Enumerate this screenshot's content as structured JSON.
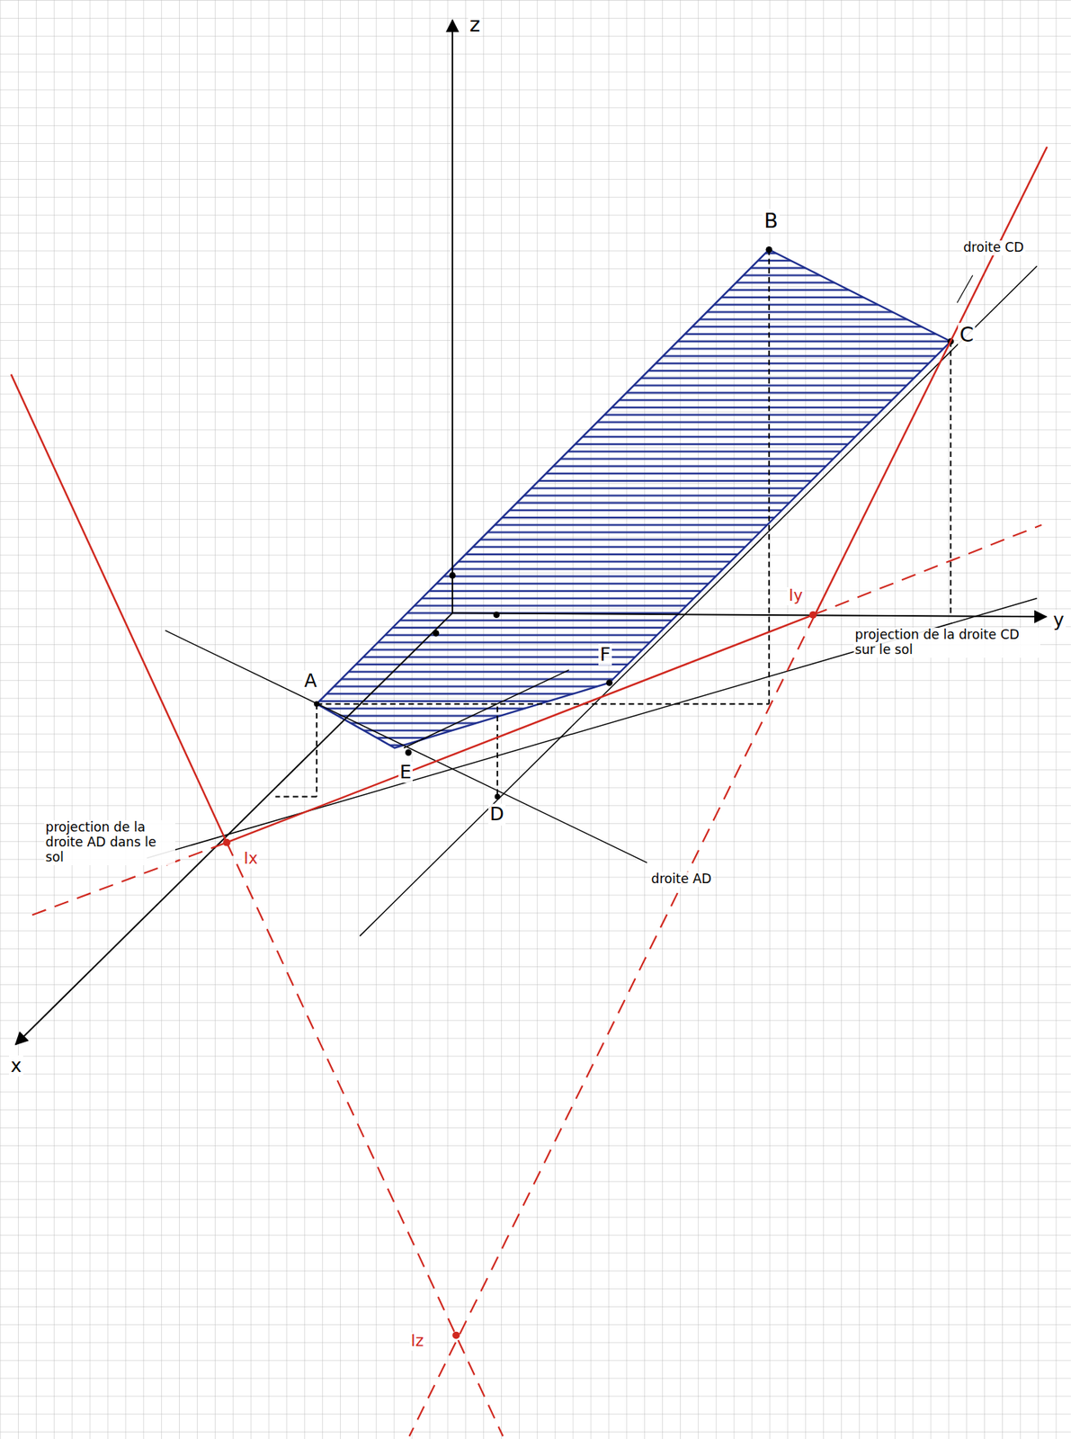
{
  "diagram": {
    "labels": [
      "z",
      "B",
      "droite CD",
      "C",
      "Iy",
      "projection de la droite CD sur le sol",
      "y",
      "A",
      "F",
      "E",
      "D",
      "projection de la droite AD dans le sol",
      "Ix",
      "droite AD",
      "x",
      "Iz"
    ]
  }
}
